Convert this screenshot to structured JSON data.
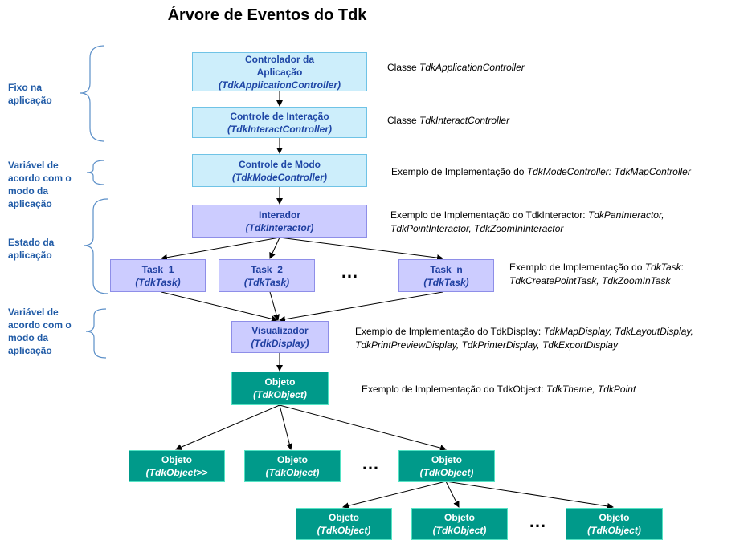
{
  "title": "Árvore de Eventos do Tdk",
  "left_labels": {
    "fixed": "Fixo na aplicação",
    "variable1": "Variável de acordo com o modo da aplicação",
    "state": "Estado da aplicação",
    "variable2": "Variável de acordo com o modo da aplicação"
  },
  "nodes": {
    "app_controller": {
      "line1": "Controlador da Aplicação",
      "line2": "(TdkApplicationController)"
    },
    "interact_controller": {
      "line1": "Controle de Interação",
      "line2": "(TdkInteractController)"
    },
    "mode_controller": {
      "line1": "Controle de Modo",
      "line2": "(TdkModeController)"
    },
    "interactor": {
      "line1": "Interador",
      "line2": "(TdkInteractor)"
    },
    "task1": {
      "line1": "Task_1",
      "line2": "(TdkTask)"
    },
    "task2": {
      "line1": "Task_2",
      "line2": "(TdkTask)"
    },
    "taskn": {
      "line1": "Task_n",
      "line2": "(TdkTask)"
    },
    "display": {
      "line1": "Visualizador",
      "line2": "(TdkDisplay)"
    },
    "object_root": {
      "line1": "Objeto",
      "line2": "(TdkObject)"
    },
    "object_a": {
      "line1": "Objeto",
      "line2": "(TdkObject>>"
    },
    "object_b": {
      "line1": "Objeto",
      "line2": "(TdkObject)"
    },
    "object_c": {
      "line1": "Objeto",
      "line2": "(TdkObject)"
    },
    "object_c1": {
      "line1": "Objeto",
      "line2": "(TdkObject)"
    },
    "object_c2": {
      "line1": "Objeto",
      "line2": "(TdkObject)"
    },
    "object_c3": {
      "line1": "Objeto",
      "line2": "(TdkObject)"
    }
  },
  "ellipsis": "…",
  "descriptions": {
    "app_controller": {
      "prefix": "Classe ",
      "italic": "TdkApplicationController"
    },
    "interact_controller": {
      "prefix": "Classe ",
      "italic": "TdkInteractController"
    },
    "mode_controller": {
      "prefix": "Exemplo de Implementação do ",
      "italic": "TdkModeController: TdkMapController"
    },
    "interactor": {
      "prefix": "Exemplo de Implementação do TdkInteractor: ",
      "italic": "TdkPanInteractor,",
      "line2": "TdkPointInteractor, TdkZoomInInteractor"
    },
    "task": {
      "prefix": "Exemplo de Implementação do ",
      "italic": "TdkTask",
      "suffix": ":",
      "line2": "TdkCreatePointTask, TdkZoomInTask"
    },
    "display": {
      "prefix": "Exemplo de Implementação do TdkDisplay: ",
      "italic": "TdkMapDisplay, TdkLayoutDisplay,",
      "line2": "TdkPrintPreviewDisplay, TdkPrinterDisplay, TdkExportDisplay"
    },
    "object": {
      "prefix": "Exemplo de Implementação do TdkObject: ",
      "italic": "TdkTheme, TdkPoint"
    }
  }
}
